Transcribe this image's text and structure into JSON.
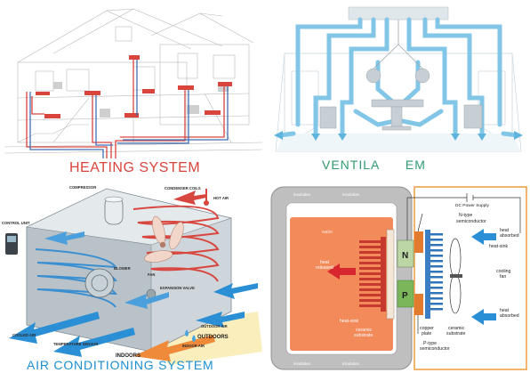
{
  "heating": {
    "caption": "HEATING SYSTEM"
  },
  "ventilation": {
    "caption": "VENTILA      EM"
  },
  "air_conditioning": {
    "caption": "AIR CONDITIONING SYSTEM",
    "labels": {
      "compressor": "COMPRESSOR",
      "condenser_coils": "CONDENSER COILS",
      "hot_air": "HOT AIR",
      "control_unit": "CONTROL UNIT",
      "blower": "BLOWER",
      "fan": "FAN",
      "expansion_valve": "EXPANSION VALVE",
      "outdoor_air": "OUTDOOR AIR",
      "outdoors": "OUTDOORS",
      "cooled_air": "COOLED AIR",
      "temperature_sensor": "TEMPERATURE SENSOR",
      "indoor_air": "INDOOR AIR",
      "indoors": "INDOORS"
    }
  },
  "thermoelectric": {
    "labels": {
      "dc_power_supply": "DC Power Supply",
      "n_type": "N-type",
      "semiconductor": "semiconductor",
      "heat": "heat",
      "absorbed": "absorbed",
      "heat_sink_right": "heat-sink",
      "water": "water",
      "released": "released",
      "n": "N",
      "p": "P",
      "cooling": "cooling",
      "fan": "fan",
      "heat_sink_left": "heat-sink",
      "ceramic": "ceramic",
      "substrate": "substrate",
      "copper": "copper",
      "plate": "plate",
      "p_type": "P-type",
      "insulation": "insulation"
    }
  },
  "colors": {
    "heat_red": "#d9443c",
    "vent_blue": "#7cc4e6",
    "vent_caption": "#2f9b6e",
    "ac_blue": "#1c8fd0",
    "water_orange": "#f28a5a",
    "hot_arrow": "#d8262e",
    "cold_arrow": "#2b8fd6",
    "frame_orange": "#f0a24a"
  }
}
